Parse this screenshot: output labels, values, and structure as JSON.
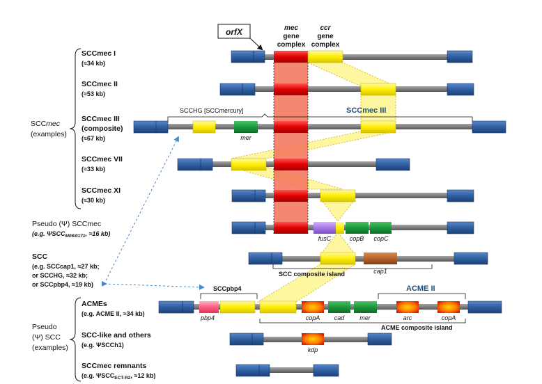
{
  "header": {
    "orfx": "orfX",
    "mec_line1": "mec",
    "mec_line2": "gene",
    "mec_line3": "complex",
    "ccr_line1": "ccr",
    "ccr_line2": "gene",
    "ccr_line3": "complex"
  },
  "groups": {
    "sccmec_examples_1": "SCC",
    "sccmec_examples_1b": "mec",
    "sccmec_examples_2": "(examples)",
    "pseudo_scc_1": "Pseudo",
    "pseudo_scc_2": "(Ψ) SCC",
    "pseudo_scc_3": "(examples)"
  },
  "rows": {
    "r1_name": "SCCmec I",
    "r1_size": "(≈34 kb)",
    "r2_name": "SCCmec II",
    "r2_size": "(≈53 kb)",
    "r3_name": "SCCmec III",
    "r3_name2": "(composite)",
    "r3_size": "(≈67 kb)",
    "r4_name": "SCCmec VII",
    "r4_size": "(≈33 kb)",
    "r5_name": "SCCmec XI",
    "r5_size": "(≈30 kb)",
    "r6_name": "Pseudo (Ψ) SCCmec",
    "r6_sub": "(e.g. ΨSCC",
    "r6_sub_sub": "M06/0171",
    "r6_sub_end": ", ≈16 kb)",
    "r7_name": "SCC",
    "r7_sub1": "(e.g. SCCcap1, ≈27 kb;",
    "r7_sub2": "or SCCHG, ≈32 kb;",
    "r7_sub3": "or SCCpbp4, ≈19 kb)",
    "r8_name": "ACMEs",
    "r8_sub": "(e.g. ACME II, ≈34 kb)",
    "r9_name": "SCC-like and others",
    "r9_sub": "(e.g. ΨSCCh1)",
    "r10_name": "SCCmec remnants",
    "r10_sub": "(e.g. ΨSCC",
    "r10_sub_sub": "ECT-R2",
    "r10_sub_end": ", ≈12 kb)"
  },
  "annotations": {
    "scchg": "SCCHG [SCCmercury]",
    "sccmec_iii": "SCCmec III",
    "mer": "mer",
    "fusc": "fusC",
    "copb": "copB",
    "copc": "copC",
    "cap1": "cap1",
    "scc_composite": "SCC composite island",
    "sccpbp4": "SCCpbp4",
    "acme_ii": "ACME II",
    "pbp4": "pbp4",
    "copa1": "copA",
    "cad": "cad",
    "mer2": "mer",
    "arc": "arc",
    "copa2": "copA",
    "acme_composite": "ACME composite island",
    "kdp": "kdp"
  },
  "colors": {
    "end_block": "#2e5fa1",
    "backbone": "#7f7f7f",
    "mec": "#e00000",
    "ccr": "#ffee00",
    "mer": "#1a9a3a",
    "fusc": "#a978e8",
    "cap1": "#b8652a",
    "orange_gene": "#f07000",
    "pbp4": "#ff6080",
    "mec_band": "#f47a60",
    "link": "#fff7a0",
    "dashed_arrow": "#4a86c8"
  }
}
